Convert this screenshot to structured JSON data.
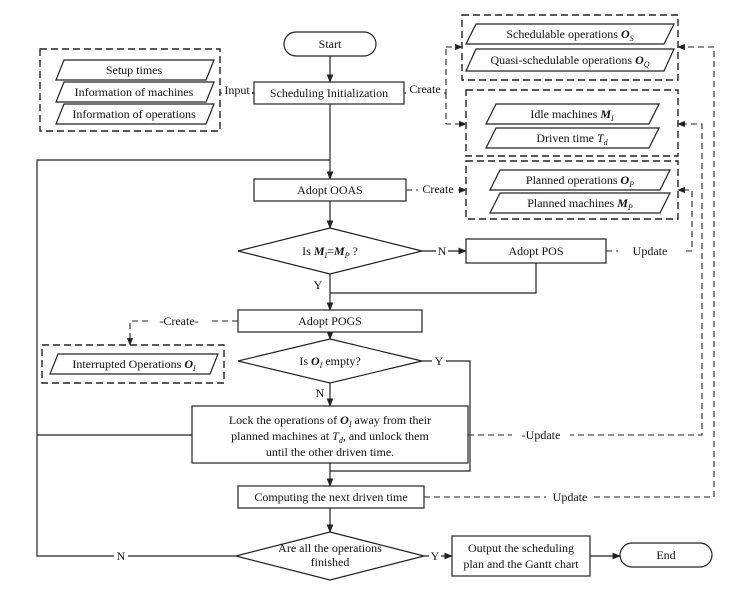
{
  "nodes": {
    "start": "Start",
    "init": "Scheduling Initialization",
    "oaas": "Adopt OOAS",
    "decision_m": {
      "prefix": "Is ",
      "m1": "M",
      "s1": "I",
      "eq": "=",
      "m2": "M",
      "s2": "P",
      "suffix": " ?"
    },
    "pos": "Adopt POS",
    "pogs": "Adopt POGS",
    "decision_o": {
      "prefix": "Is ",
      "o": "O",
      "s": "I",
      "suffix": " empty?"
    },
    "lock": {
      "line1a": "Lock the operations of ",
      "o": "O",
      "s": "I",
      "line1b": " away from their",
      "line2a": "planned machines at ",
      "t": "T",
      "ts": "d",
      "line2b": ", and unlock them",
      "line3": "until the other driven time."
    },
    "computing": "Computing the next driven time",
    "decision_f": {
      "line1": "Are all the operations",
      "line2": "finished"
    },
    "output": {
      "line1": "Output the scheduling",
      "line2": "plan and the Gantt chart"
    },
    "end": "End"
  },
  "inputs": [
    "Setup times",
    "Information of machines",
    "Information of operations"
  ],
  "sets": {
    "schedulable": {
      "label": "Schedulable operations ",
      "sym": "O",
      "sub": "S"
    },
    "quasi": {
      "label": "Quasi-schedulable operations ",
      "sym": "O",
      "sub": "Q"
    },
    "idle": {
      "label": "Idle machines ",
      "sym": "M",
      "sub": "I"
    },
    "driven": {
      "label": "Driven time ",
      "sym": "T",
      "sub": "d"
    },
    "planned_ops": {
      "label": "Planned operations ",
      "sym": "O",
      "sub": "P"
    },
    "planned_machines": {
      "label": "Planned machines ",
      "sym": "M",
      "sub": "P"
    },
    "interrupted": {
      "label": "Interrupted Operations ",
      "sym": "O",
      "sub": "I"
    }
  },
  "edge_labels": {
    "input": "Input",
    "create1": "Create",
    "create2": "Create",
    "create3": "-Create-",
    "n1": "N",
    "y1": "Y",
    "update_pos": "Update",
    "y2": "Y",
    "n2": "N",
    "update_lock": "-Update",
    "update_comp": "Update",
    "n3": "N",
    "y3": "Y"
  }
}
